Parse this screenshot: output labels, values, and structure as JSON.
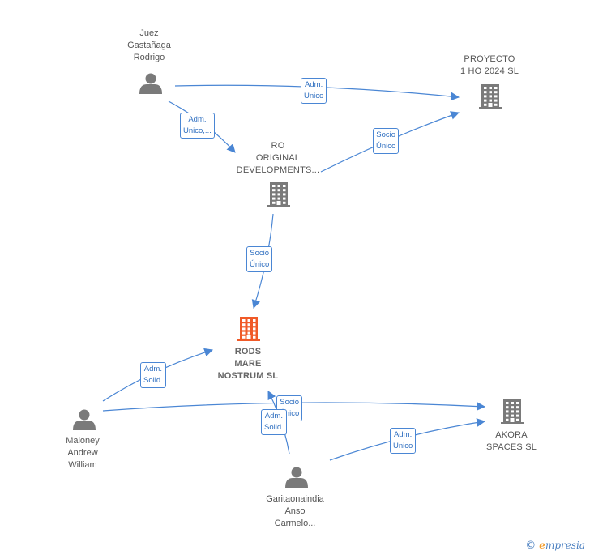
{
  "colors": {
    "edge": "#4a86d4",
    "node": "#7a7a7a",
    "focus": "#f05a28"
  },
  "nodes": [
    {
      "id": "juez",
      "kind": "person",
      "label": "Juez\nGastañaga\nRodrigo"
    },
    {
      "id": "proyecto",
      "kind": "company",
      "label": "PROYECTO\n1 HO 2024  SL"
    },
    {
      "id": "ro",
      "kind": "company",
      "label": "RO\nORIGINAL\nDEVELOPMENTS..."
    },
    {
      "id": "rods",
      "kind": "focus",
      "label": "RODS\nMARE\nNOSTRUM  SL"
    },
    {
      "id": "maloney",
      "kind": "person",
      "label": "Maloney\nAndrew\nWilliam"
    },
    {
      "id": "akora",
      "kind": "company",
      "label": "AKORA\nSPACES  SL"
    },
    {
      "id": "garita",
      "kind": "person",
      "label": "Garitaonaindia\nAnso\nCarmelo..."
    }
  ],
  "edges": [
    {
      "from": "juez",
      "to": "proyecto",
      "label": "Adm.\nUnico"
    },
    {
      "from": "juez",
      "to": "ro",
      "label": "Adm.\nUnico,..."
    },
    {
      "from": "ro",
      "to": "proyecto",
      "label": "Socio\nÚnico"
    },
    {
      "from": "ro",
      "to": "rods",
      "label": "Socio\nÚnico"
    },
    {
      "from": "maloney",
      "to": "rods",
      "label": "Adm.\nSolid."
    },
    {
      "from": "maloney",
      "to": "akora",
      "label": "Socio\nÚnico"
    },
    {
      "from": "garita",
      "to": "rods",
      "label": "Adm.\nSolid."
    },
    {
      "from": "garita",
      "to": "akora",
      "label": "Adm.\nUnico"
    }
  ],
  "brand": {
    "copyright": "©",
    "initial": "e",
    "rest": "mpresia"
  }
}
